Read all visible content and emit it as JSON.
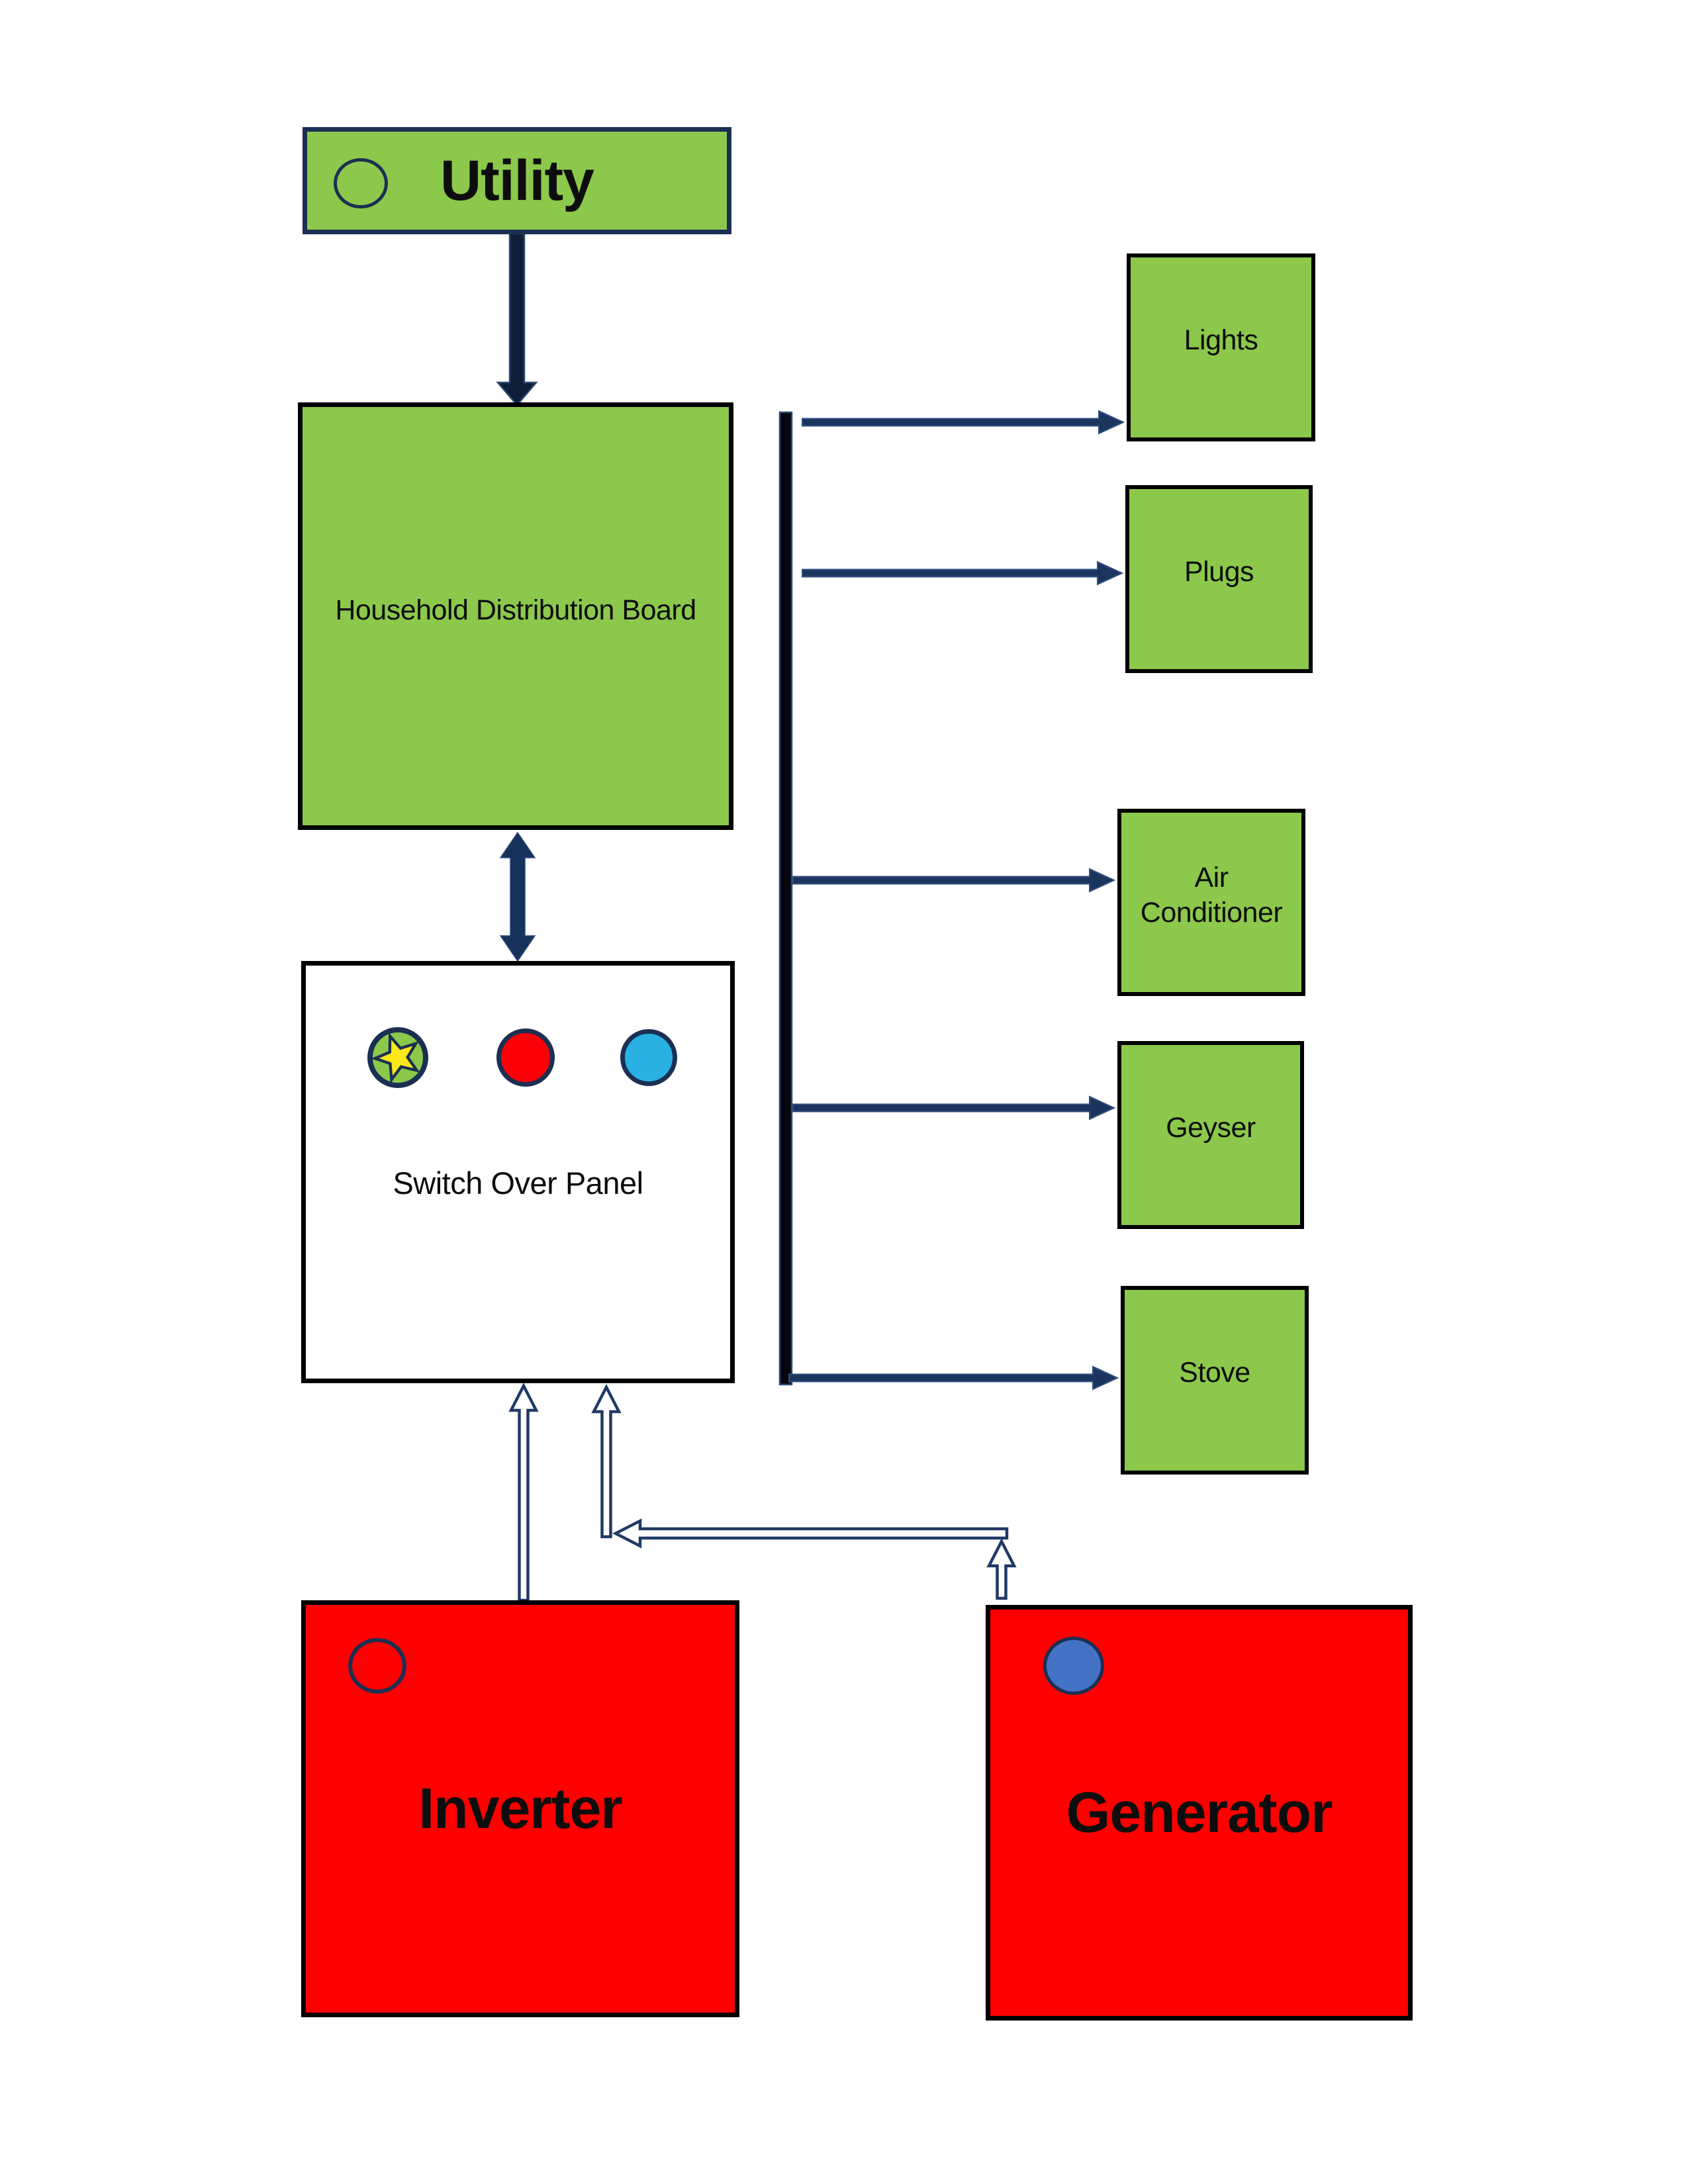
{
  "nodes": {
    "utility": {
      "label": "Utility"
    },
    "distribution_board": {
      "label": "Household Distribution Board"
    },
    "switch_over_panel": {
      "label": "Switch Over Panel"
    },
    "inverter": {
      "label": "Inverter"
    },
    "generator": {
      "label": "Generator"
    },
    "loads": [
      {
        "id": "lights",
        "label": "Lights"
      },
      {
        "id": "plugs",
        "label": "Plugs"
      },
      {
        "id": "air-conditioner",
        "label": "Air Conditioner"
      },
      {
        "id": "geyser",
        "label": "Geyser"
      },
      {
        "id": "stove",
        "label": "Stove"
      }
    ]
  },
  "colors": {
    "box-green": "#8CC84B",
    "box-red": "#FE0000",
    "arrow-navy": "#1B355E",
    "arrow-dark": "#0F1E38",
    "outline-navy": "#203A66",
    "circle-blue": "#4472C4",
    "circle-skyblue": "#29B1E4",
    "circle-red": "#FB0006",
    "star-yellow": "#FFE81A",
    "text-black": "#0D0D0D"
  }
}
